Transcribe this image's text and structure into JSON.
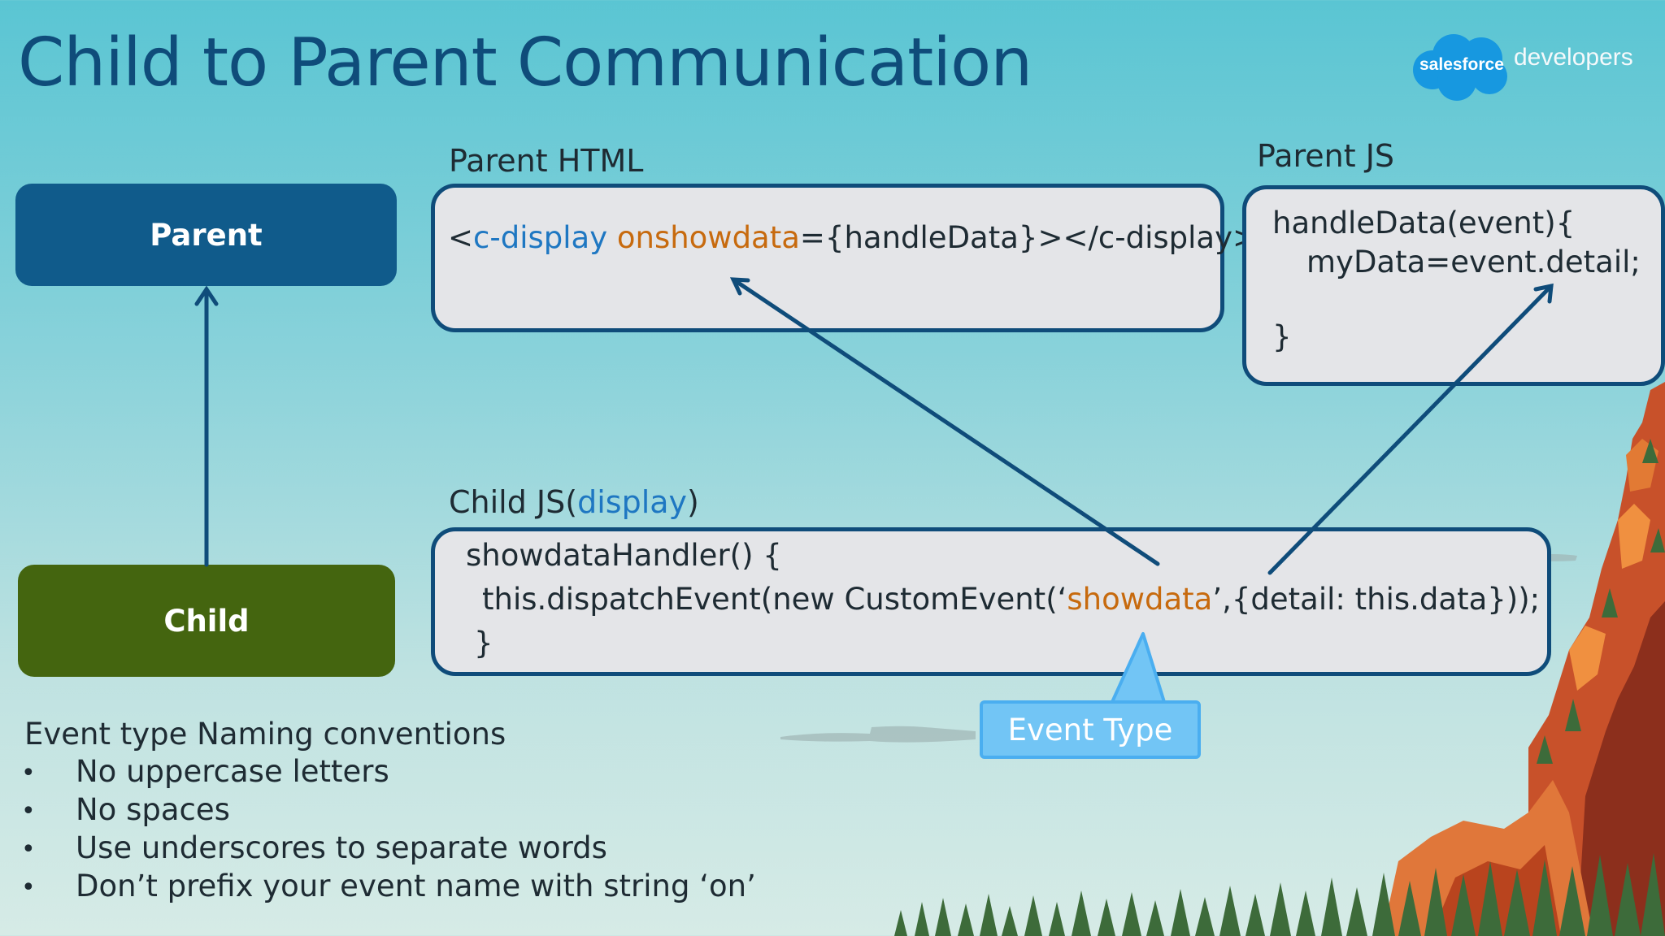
{
  "title": "Child to Parent Communication",
  "logo": {
    "cloud_text": "salesforce",
    "text": "developers"
  },
  "nodes": {
    "parent": "Parent",
    "child": "Child"
  },
  "parent_html": {
    "label": "Parent HTML",
    "code": {
      "open": "<",
      "tag": "c-display",
      "space": " ",
      "attr": "onshowdata",
      "rest": "={handleData}></c-display>"
    }
  },
  "parent_js": {
    "label": "Parent JS",
    "lines": [
      "handleData(event){",
      "myData=event.detail;",
      "}"
    ]
  },
  "child_js": {
    "label_prefix": "Child JS(",
    "label_component": "display",
    "label_suffix": ")",
    "line1": "showdataHandler() {",
    "line2_prefix": "this.dispatchEvent(new CustomEvent(‘",
    "line2_event": "showdata",
    "line2_suffix": "’,{detail: this.data}));",
    "line3": "}"
  },
  "callout": "Event Type",
  "conventions": {
    "heading": "Event type Naming conventions",
    "bullet_char": "•",
    "items": [
      "No uppercase letters",
      "No spaces",
      "Use underscores to separate words",
      "Don’t prefix your event name with string ‘on’"
    ]
  },
  "colors": {
    "title": "#0f4c7a",
    "parent_node": "#105b8b",
    "child_node": "#44650f",
    "box_border": "#0f4c7a",
    "box_fill": "#e4e5e8",
    "component_blue": "#1e77c2",
    "event_orange": "#c76a0e",
    "callout": "#72c5f5"
  }
}
